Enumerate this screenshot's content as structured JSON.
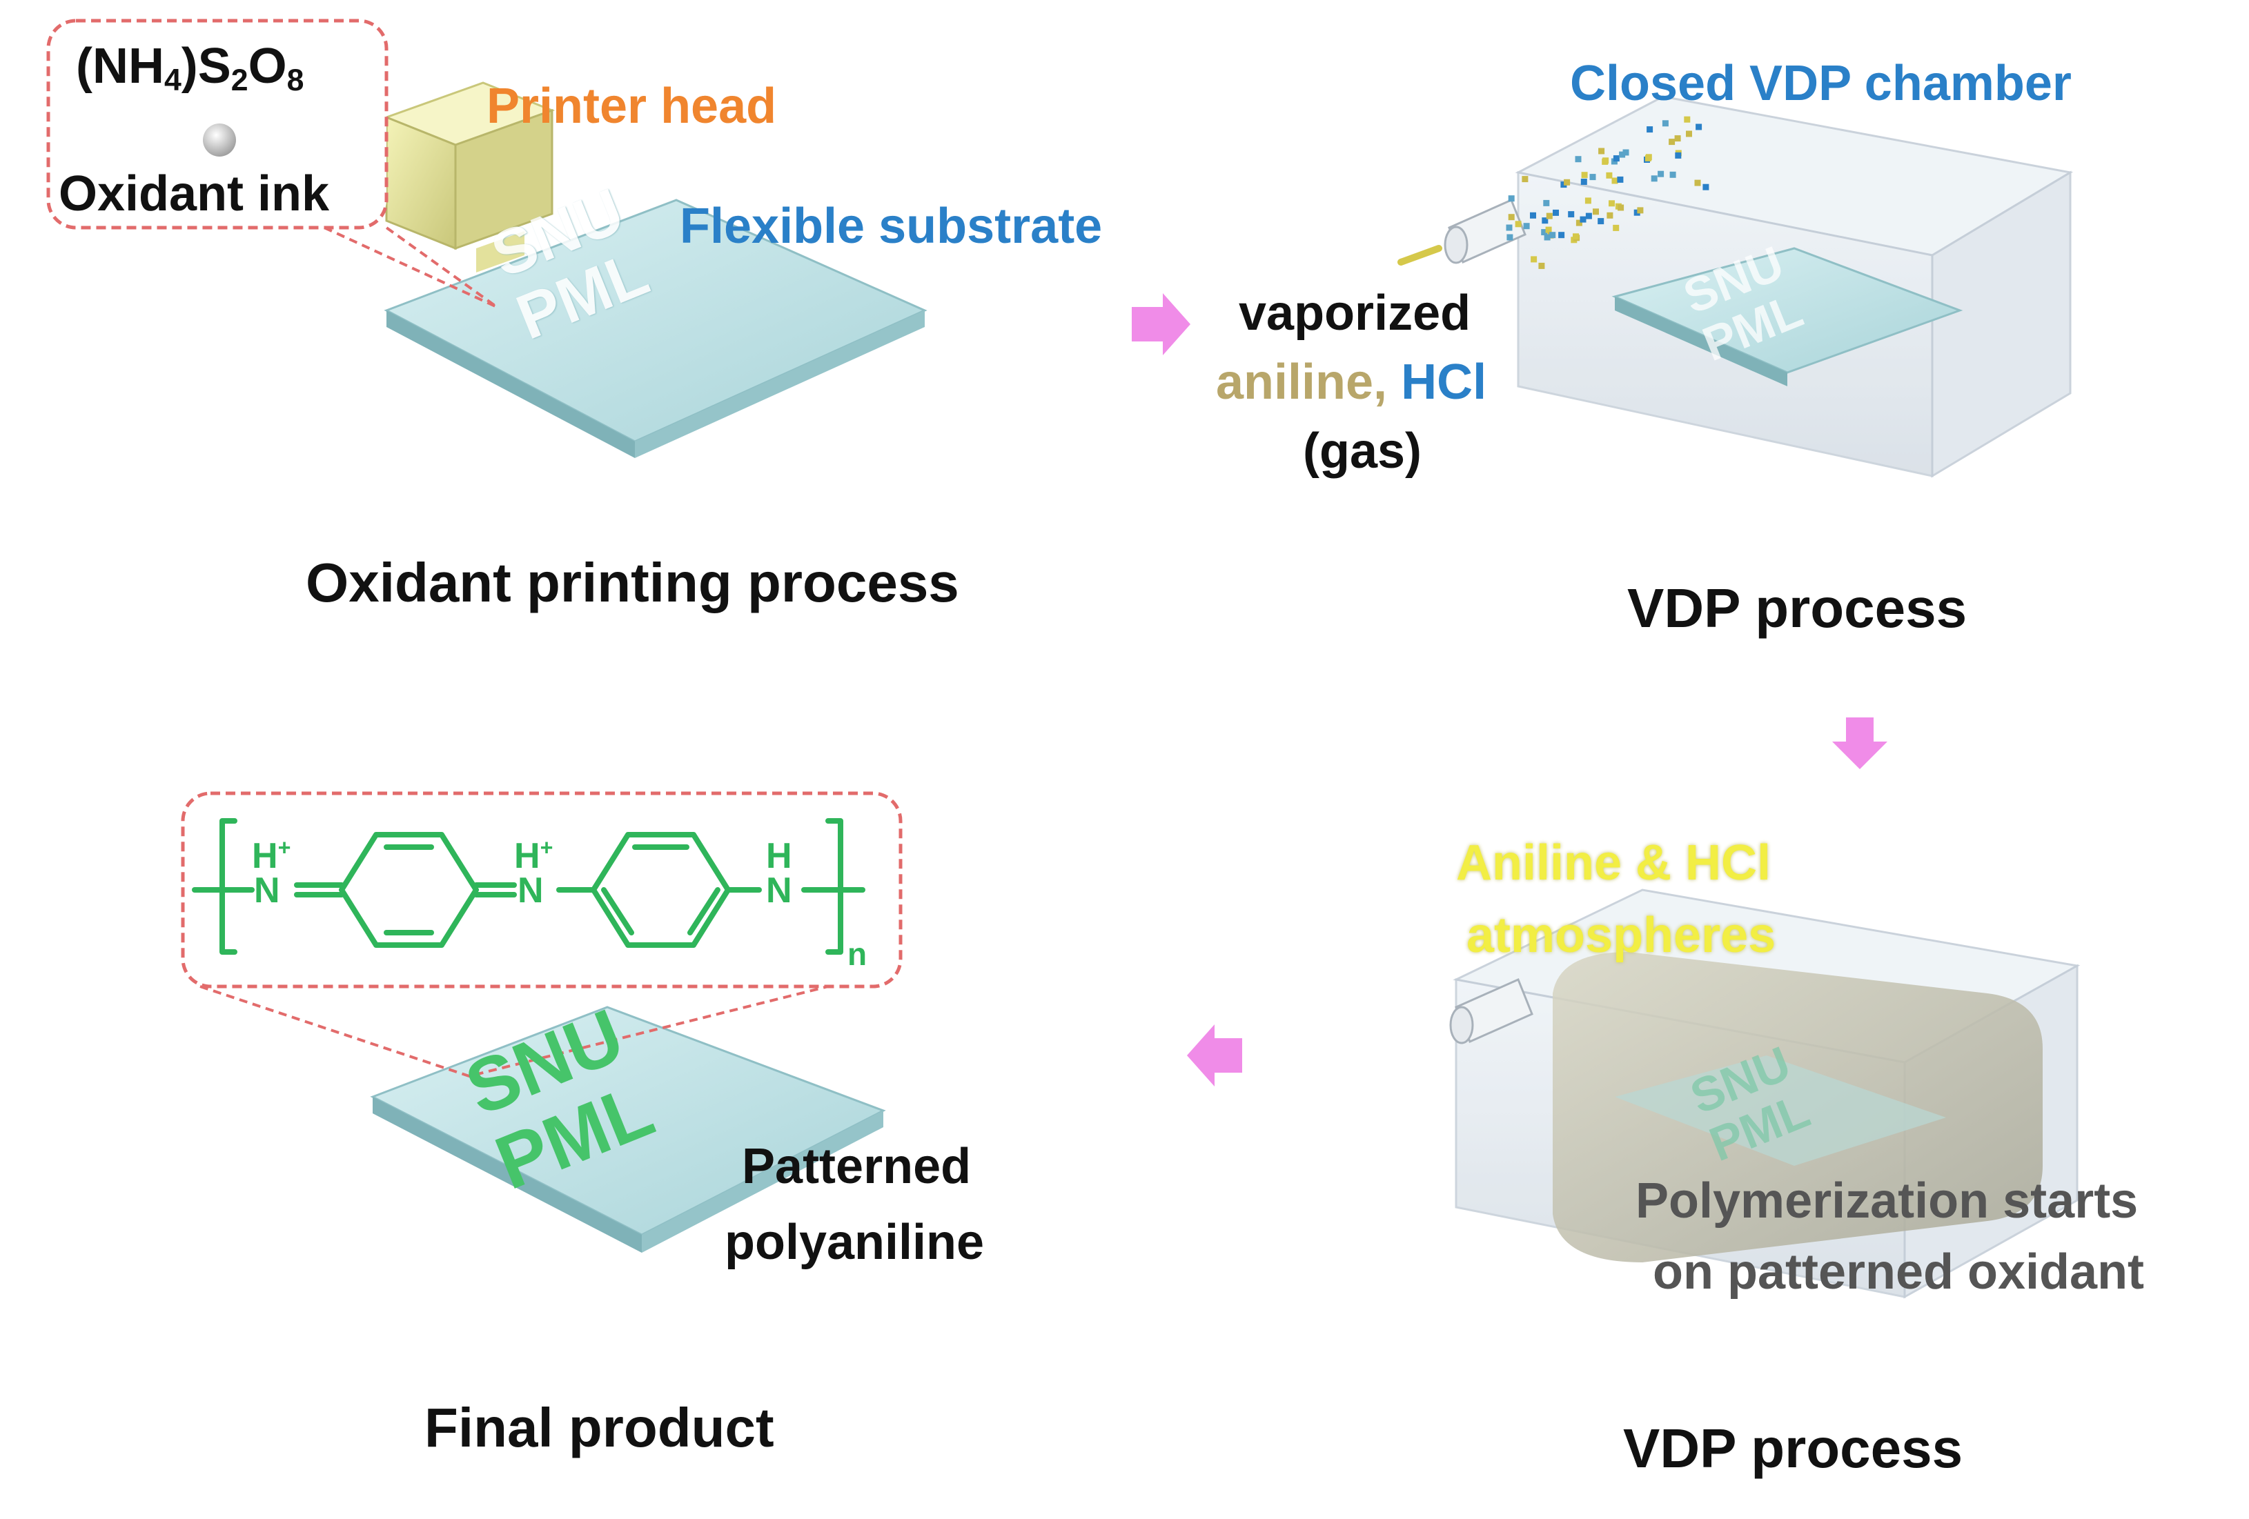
{
  "panel1": {
    "formula": {
      "main": "(NH",
      "sub1": "4",
      "mid": ")S",
      "sub2": "2",
      "o": "O",
      "sub3": "8"
    },
    "ink_label": "Oxidant ink",
    "printer_head": "Printer head",
    "substrate": "Flexible substrate",
    "pattern_line1": "SNU",
    "pattern_line2": "PML",
    "caption": "Oxidant printing process"
  },
  "panel2": {
    "chamber_label": "Closed VDP chamber",
    "gas_line1": "vaporized",
    "gas_aniline": "aniline,",
    "gas_hcl": "HCl",
    "gas_line3": "(gas)",
    "pattern_line1": "SNU",
    "pattern_line2": "PML",
    "caption": "VDP process"
  },
  "panel3": {
    "atmosphere_line1": "Aniline & HCl",
    "atmosphere_line2": "atmospheres",
    "note_line1": "Polymerization starts",
    "note_line2": "on patterned oxidant",
    "pattern_line1": "SNU",
    "pattern_line2": "PML",
    "caption": "VDP process"
  },
  "panel4": {
    "h_label": "H",
    "plus": "+",
    "n_label": "N",
    "subscript_n": "n",
    "pattern_line1": "SNU",
    "pattern_line2": "PML",
    "product_line1": "Patterned",
    "product_line2": "polyaniline",
    "caption": "Final product"
  },
  "colors": {
    "arrow": "#f08ce8",
    "callout_border": "#e26b6b",
    "polyaniline": "#2fb55a",
    "substrate": "#bfe3e6",
    "label_blue": "#2a80c8",
    "label_orange": "#f0852e"
  }
}
